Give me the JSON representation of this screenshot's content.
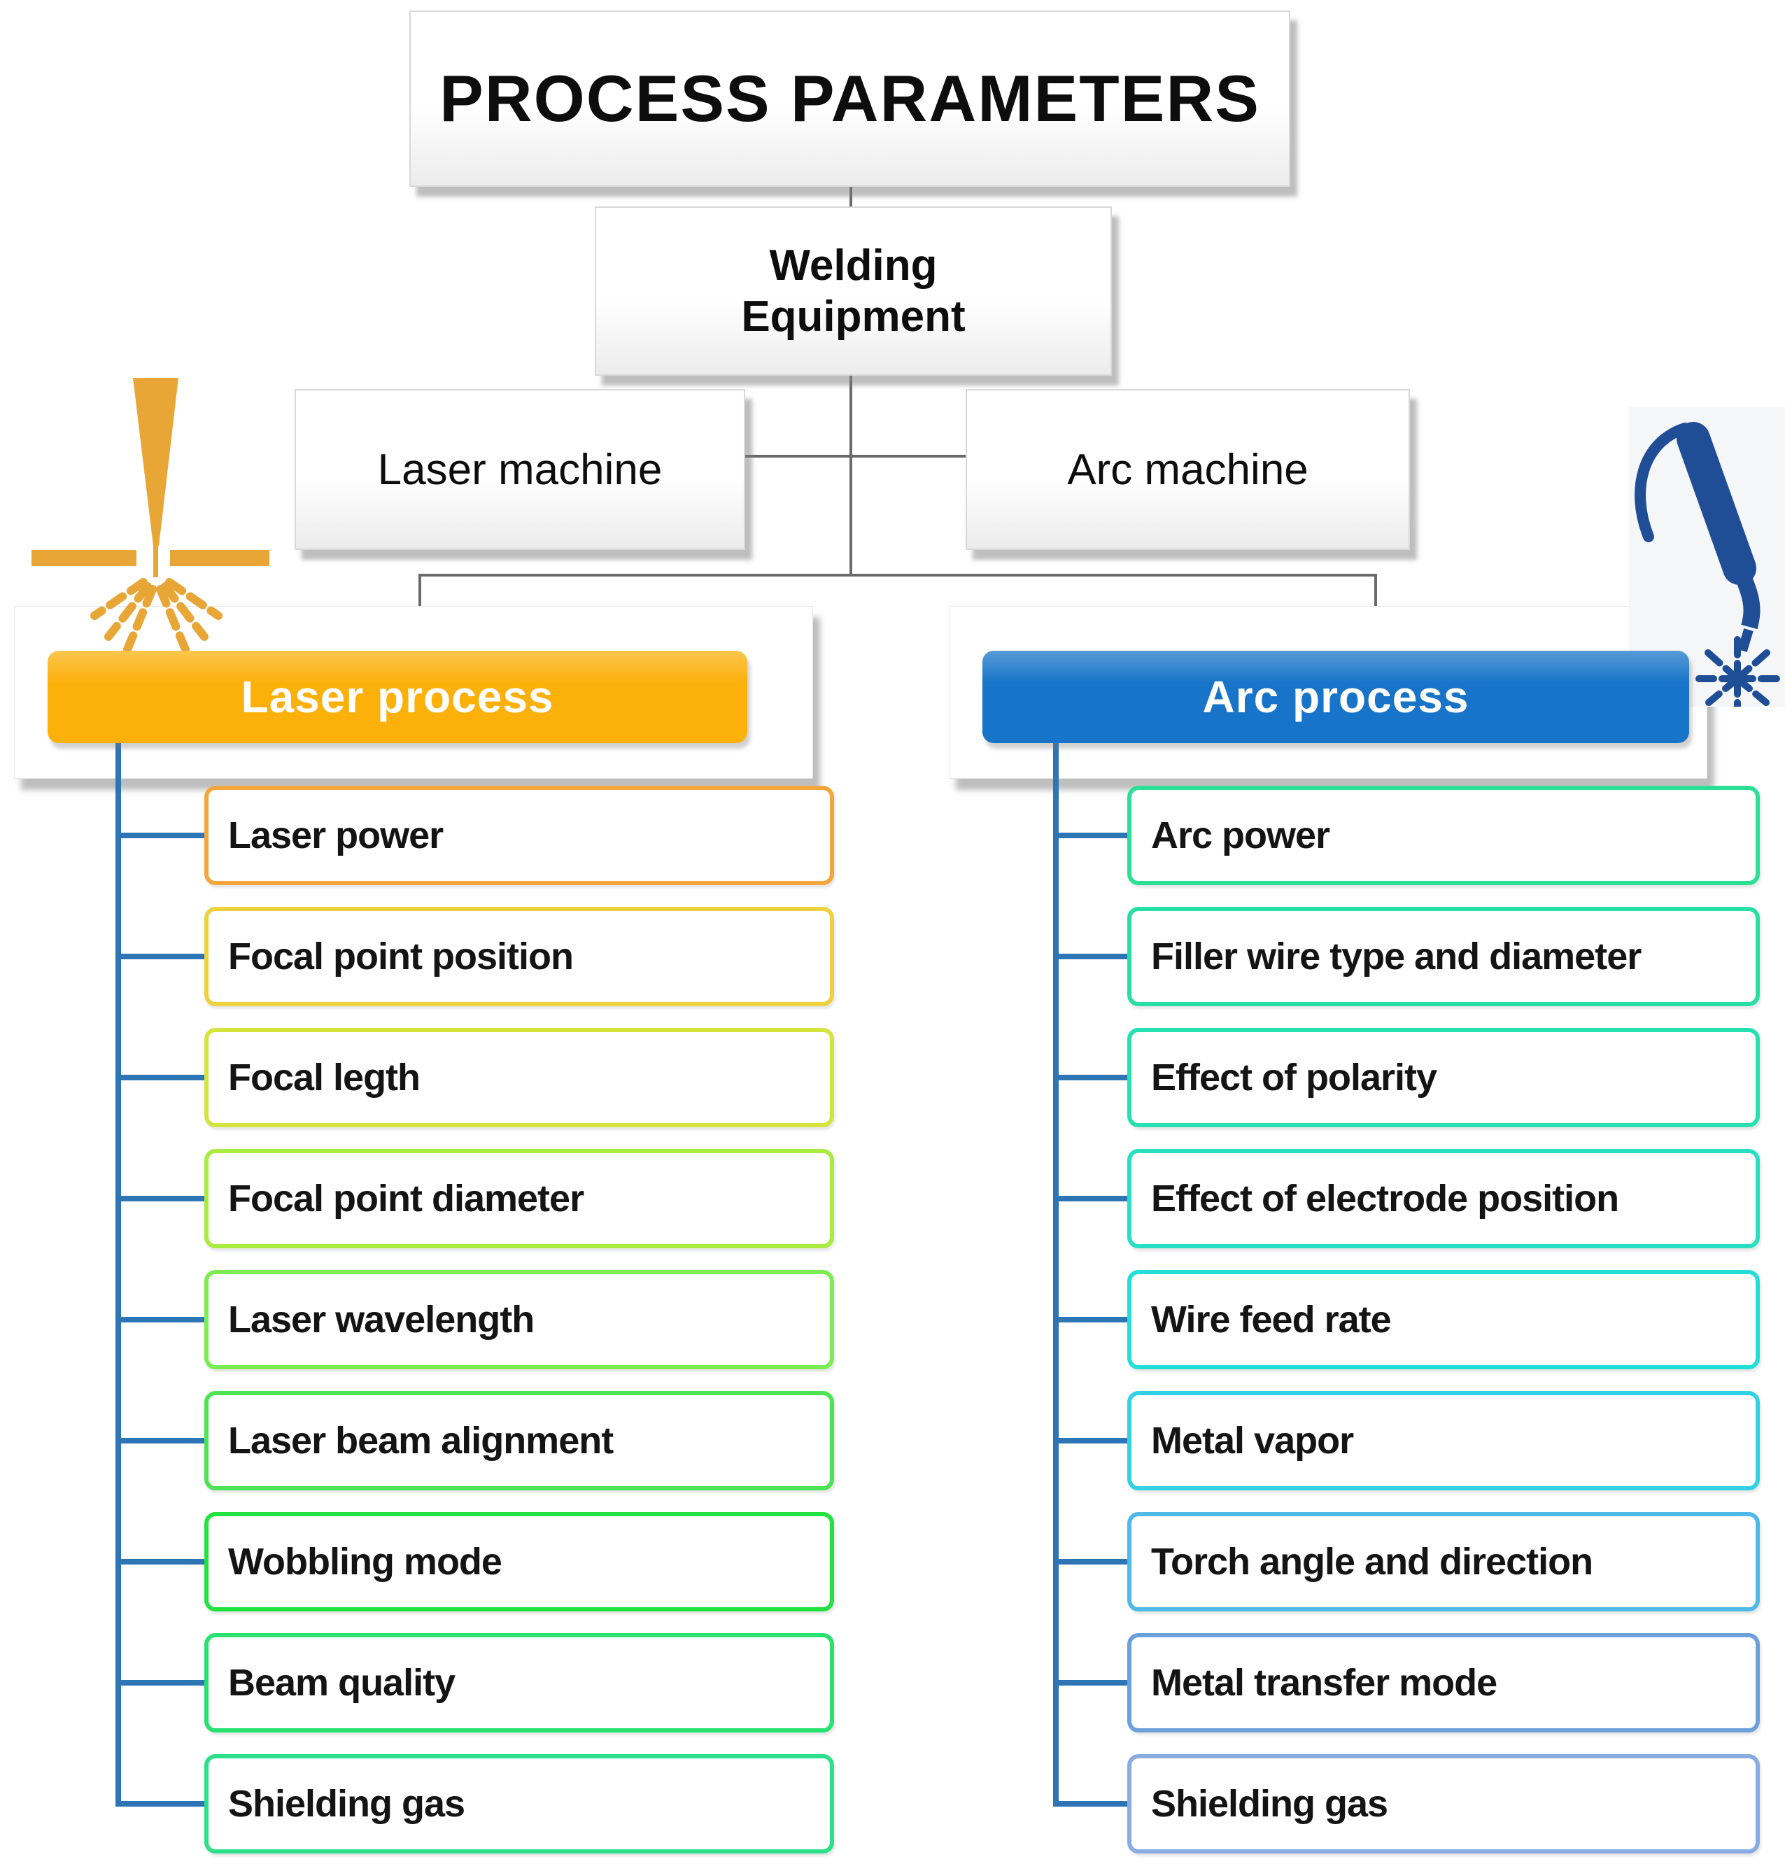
{
  "title": {
    "label": "PROCESS PARAMETERS"
  },
  "root": {
    "line1": "Welding",
    "line2": "Equipment"
  },
  "machines": {
    "laser": {
      "label": "Laser machine"
    },
    "arc": {
      "label": "Arc machine"
    }
  },
  "laser": {
    "header": {
      "label": "Laser process"
    },
    "header_bg": "#FCB00A",
    "items": [
      {
        "label": "Laser power",
        "border_color": "#F4A63C"
      },
      {
        "label": "Focal point position",
        "border_color": "#EFD13E"
      },
      {
        "label": "Focal legth",
        "border_color": "#D4E43D"
      },
      {
        "label": "Focal point diameter",
        "border_color": "#A9EC3F"
      },
      {
        "label": "Laser wavelength",
        "border_color": "#7BEC52"
      },
      {
        "label": "Laser beam alignment",
        "border_color": "#4CE455"
      },
      {
        "label": "Wobbling mode",
        "border_color": "#21E23E"
      },
      {
        "label": "Beam quality",
        "border_color": "#27E170"
      },
      {
        "label": "Shielding gas",
        "border_color": "#2CE089"
      }
    ]
  },
  "arc": {
    "header": {
      "label": "Arc process"
    },
    "header_bg": "#1874C8",
    "items": [
      {
        "label": "Arc power",
        "border_color": "#2BE095"
      },
      {
        "label": "Filler wire type and diameter",
        "border_color": "#28DFA3"
      },
      {
        "label": "Effect of polarity",
        "border_color": "#27E0B1"
      },
      {
        "label": "Effect of electrode position",
        "border_color": "#28DFC4"
      },
      {
        "label": "Wire feed rate",
        "border_color": "#23DED7"
      },
      {
        "label": "Metal vapor",
        "border_color": "#33D1E4"
      },
      {
        "label": "Torch angle and direction",
        "border_color": "#4FB9E7"
      },
      {
        "label": "Metal transfer mode",
        "border_color": "#6BA0DA"
      },
      {
        "label": "Shielding gas",
        "border_color": "#8AABE0"
      }
    ]
  },
  "icons": {
    "laser": "laser-beam-cutting-icon",
    "torch": "welding-torch-spark-icon"
  },
  "colors": {
    "tree_connector": "#6a6a6a",
    "rail_connector": "#2E75B6",
    "laser_icon": "#E8A636",
    "torch_icon": "#1F4E97"
  }
}
